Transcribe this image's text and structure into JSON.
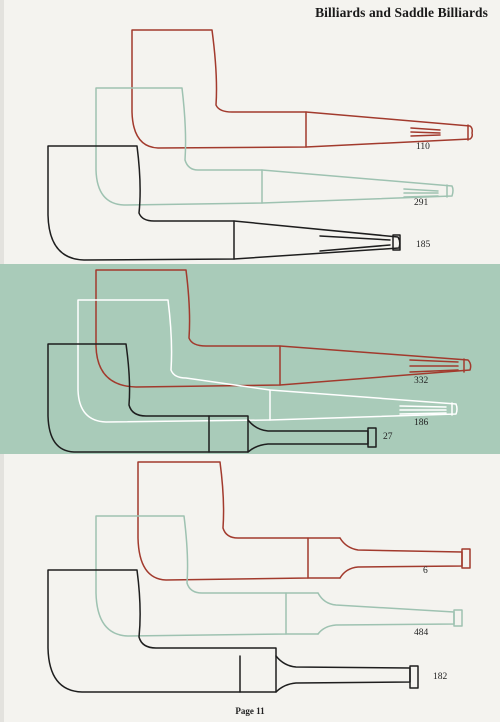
{
  "header": {
    "title": "Billiards and Saddle Billiards"
  },
  "sections": [
    {
      "models": [
        "110",
        "291",
        "185"
      ]
    },
    {
      "models": [
        "332",
        "186",
        "27"
      ]
    },
    {
      "models": [
        "6",
        "484",
        "182"
      ]
    }
  ],
  "footer": {
    "page_label": "Page 11"
  },
  "colors": {
    "paper": "#f4f3ef",
    "band": "#a9cbb9",
    "red_outline": "#a23a2d",
    "teal_outline": "#9ec2b1",
    "dark_outline": "#1e1e1e",
    "white_outline": "#ffffff"
  }
}
